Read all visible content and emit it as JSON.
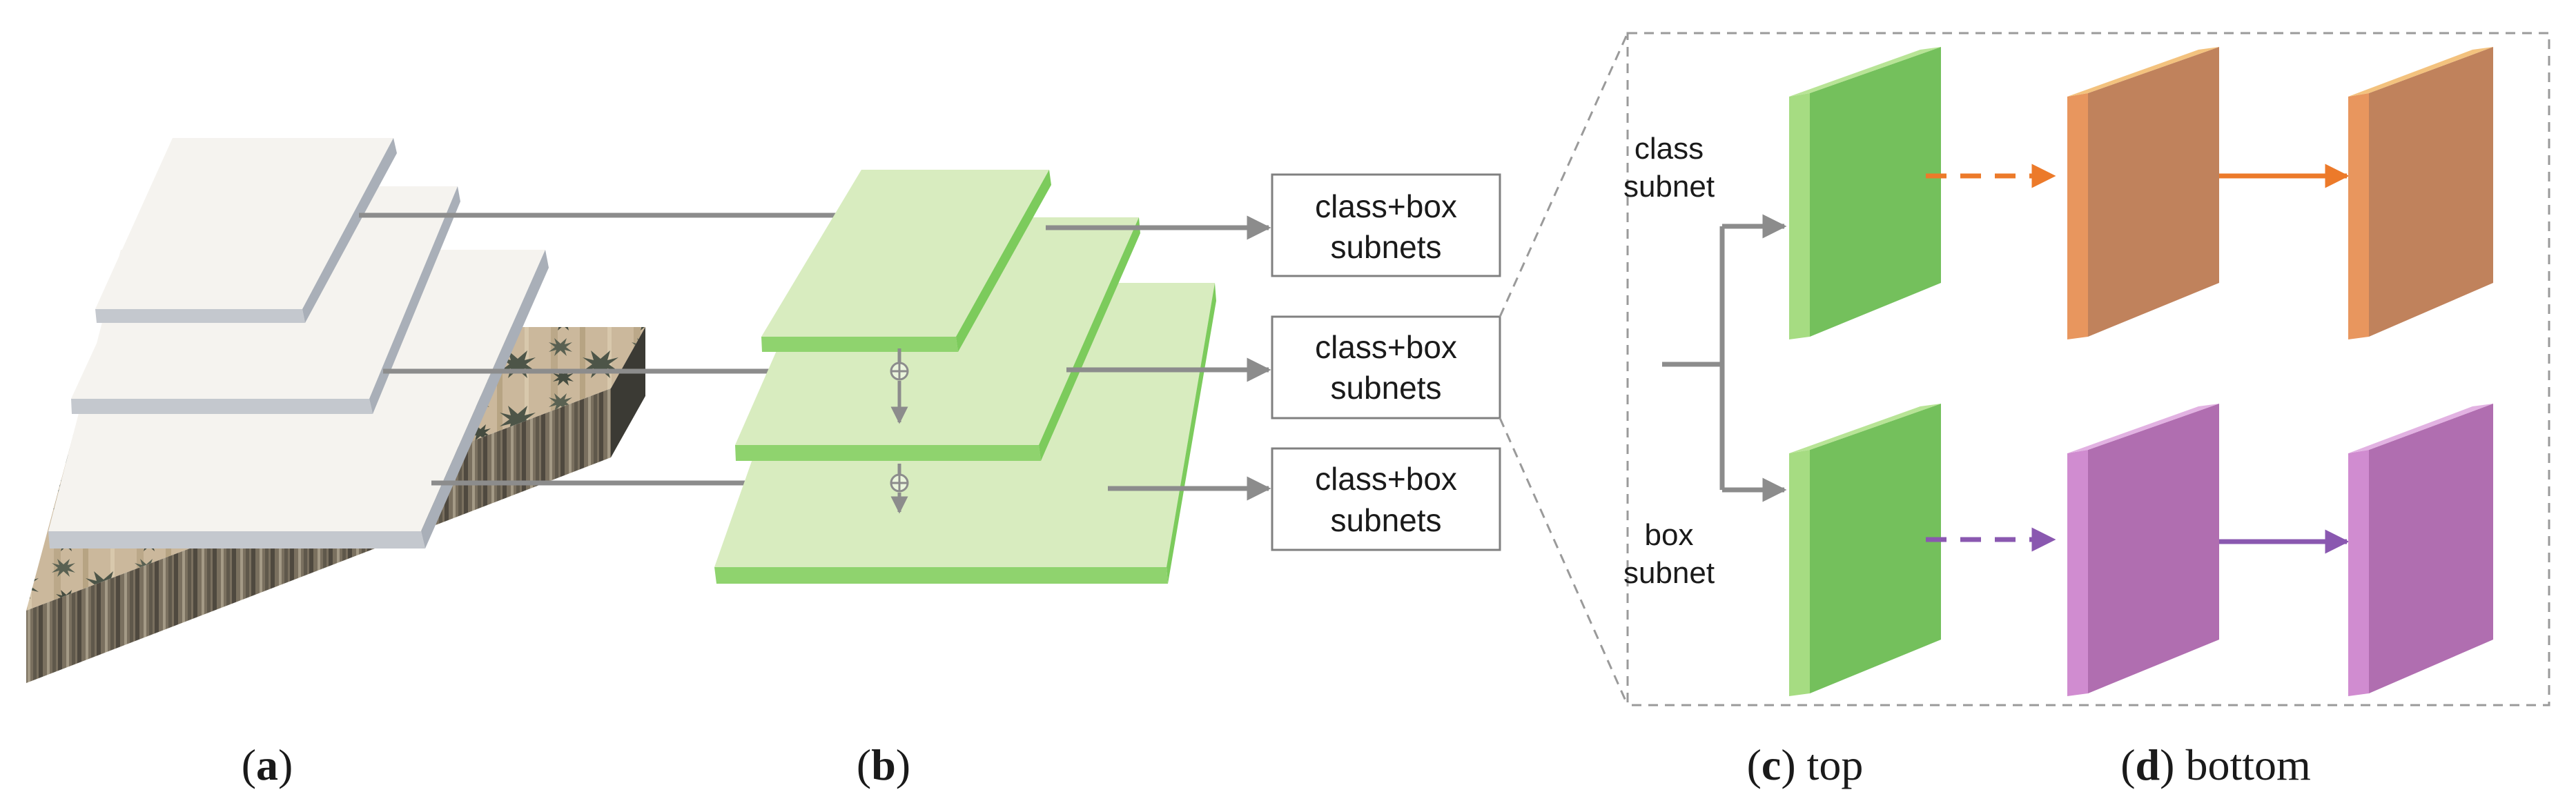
{
  "colors": {
    "arrow_gray": "#8c8c8c",
    "white_top": "#f5f3ef",
    "white_side": "#a9afb8",
    "green_fpn_top": "#d8ecbf",
    "green_fpn_side": "#7ccb5c",
    "green_plate": "#74c05c",
    "green_plate_side": "#a6dc82",
    "orange_plate": "#c0825c",
    "orange_plate_side": "#e8965e",
    "orange_arrow": "#ec7a2a",
    "purple_plate": "#b06eb0",
    "purple_plate_side": "#d08cd0",
    "purple_arrow": "#8a58b0",
    "dashed_border": "#9a9a9a",
    "text": "#1a1a1a"
  },
  "subnet_boxes": [
    {
      "line1": "class+box",
      "line2": "subnets"
    },
    {
      "line1": "class+box",
      "line2": "subnets"
    },
    {
      "line1": "class+box",
      "line2": "subnets"
    }
  ],
  "detail": {
    "class_label": {
      "line1": "class",
      "line2": "subnet"
    },
    "box_label": {
      "line1": "box",
      "line2": "subnet"
    }
  },
  "captions": {
    "a": {
      "open": "(",
      "letter": "a",
      "close": ")",
      "suffix": ""
    },
    "b": {
      "open": "(",
      "letter": "b",
      "close": ")",
      "suffix": ""
    },
    "c": {
      "open": "(",
      "letter": "c",
      "close": ")",
      "suffix": " top"
    },
    "d": {
      "open": "(",
      "letter": "d",
      "close": ")",
      "suffix": " bottom"
    }
  }
}
